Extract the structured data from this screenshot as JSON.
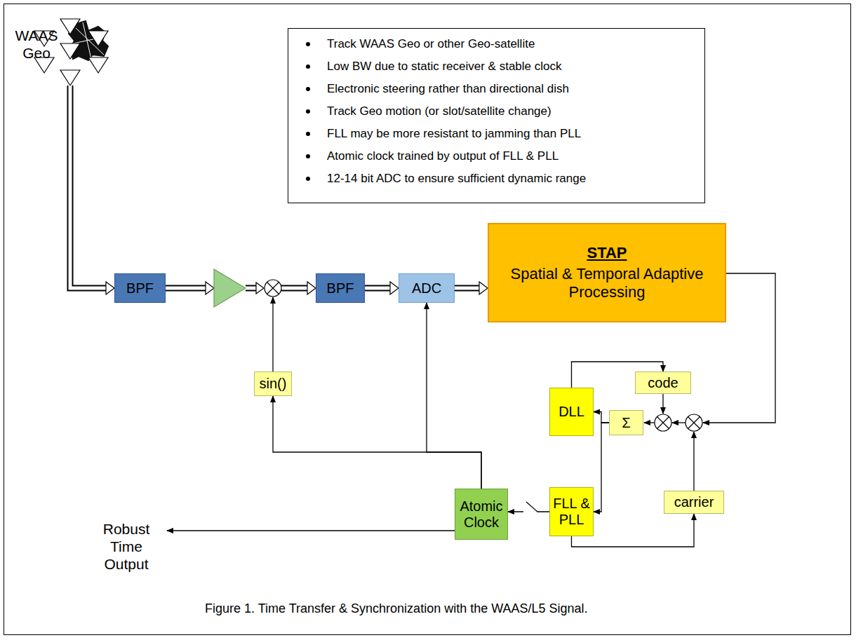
{
  "diagram": {
    "caption": "Figure 1. Time Transfer & Synchronization with the WAAS/L5 Signal.",
    "nodes": [
      {
        "text": [
          "Track WAAS Geo or other Geo-satellite",
          "Low BW due to static receiver & stable clock",
          "Electronic steering rather than directional dish",
          "Track Geo motion (or slot/satellite change)",
          "FLL may be more resistant to jamming than PLL",
          "Atomic clock trained by output of FLL & PLL",
          "12-14 bit ADC to ensure sufficient dynamic range"
        ]
      },
      {
        "text": [
          "BPF"
        ]
      },
      {
        "text": [
          "BPF"
        ]
      },
      {
        "text": [
          "ADC"
        ]
      },
      {
        "text": [
          "STAP",
          "Spatial & Temporal Adaptive Processing"
        ]
      },
      {
        "text": [
          "sin()"
        ]
      },
      {
        "text": [
          "code"
        ]
      },
      {
        "text": [
          "DLL"
        ]
      },
      {
        "text": [
          "Σ"
        ]
      },
      {
        "text": [
          "FLL & PLL"
        ]
      },
      {
        "text": [
          "Atomic Clock"
        ]
      },
      {
        "text": [
          "carrier"
        ]
      }
    ],
    "edges": [
      {
        "from": 2,
        "to": 3,
        "arrow": "to"
      },
      {
        "from": 3,
        "to": 4,
        "arrow": "to"
      },
      {
        "from": 8,
        "to": 7,
        "arrow": "to"
      },
      {
        "from": 8,
        "to": 9,
        "arrow": "to"
      },
      {
        "from": 7,
        "to": 6,
        "arrow": "to"
      },
      {
        "from": 9,
        "to": 11,
        "arrow": "to"
      },
      {
        "from": 9,
        "to": 10,
        "arrow": "to"
      },
      {
        "from": 10,
        "to": 5,
        "arrow": "to"
      },
      {
        "from": 10,
        "to": 3,
        "arrow": "to"
      }
    ],
    "labels": [
      "WAAS Geo",
      "Robust Time Output"
    ]
  }
}
